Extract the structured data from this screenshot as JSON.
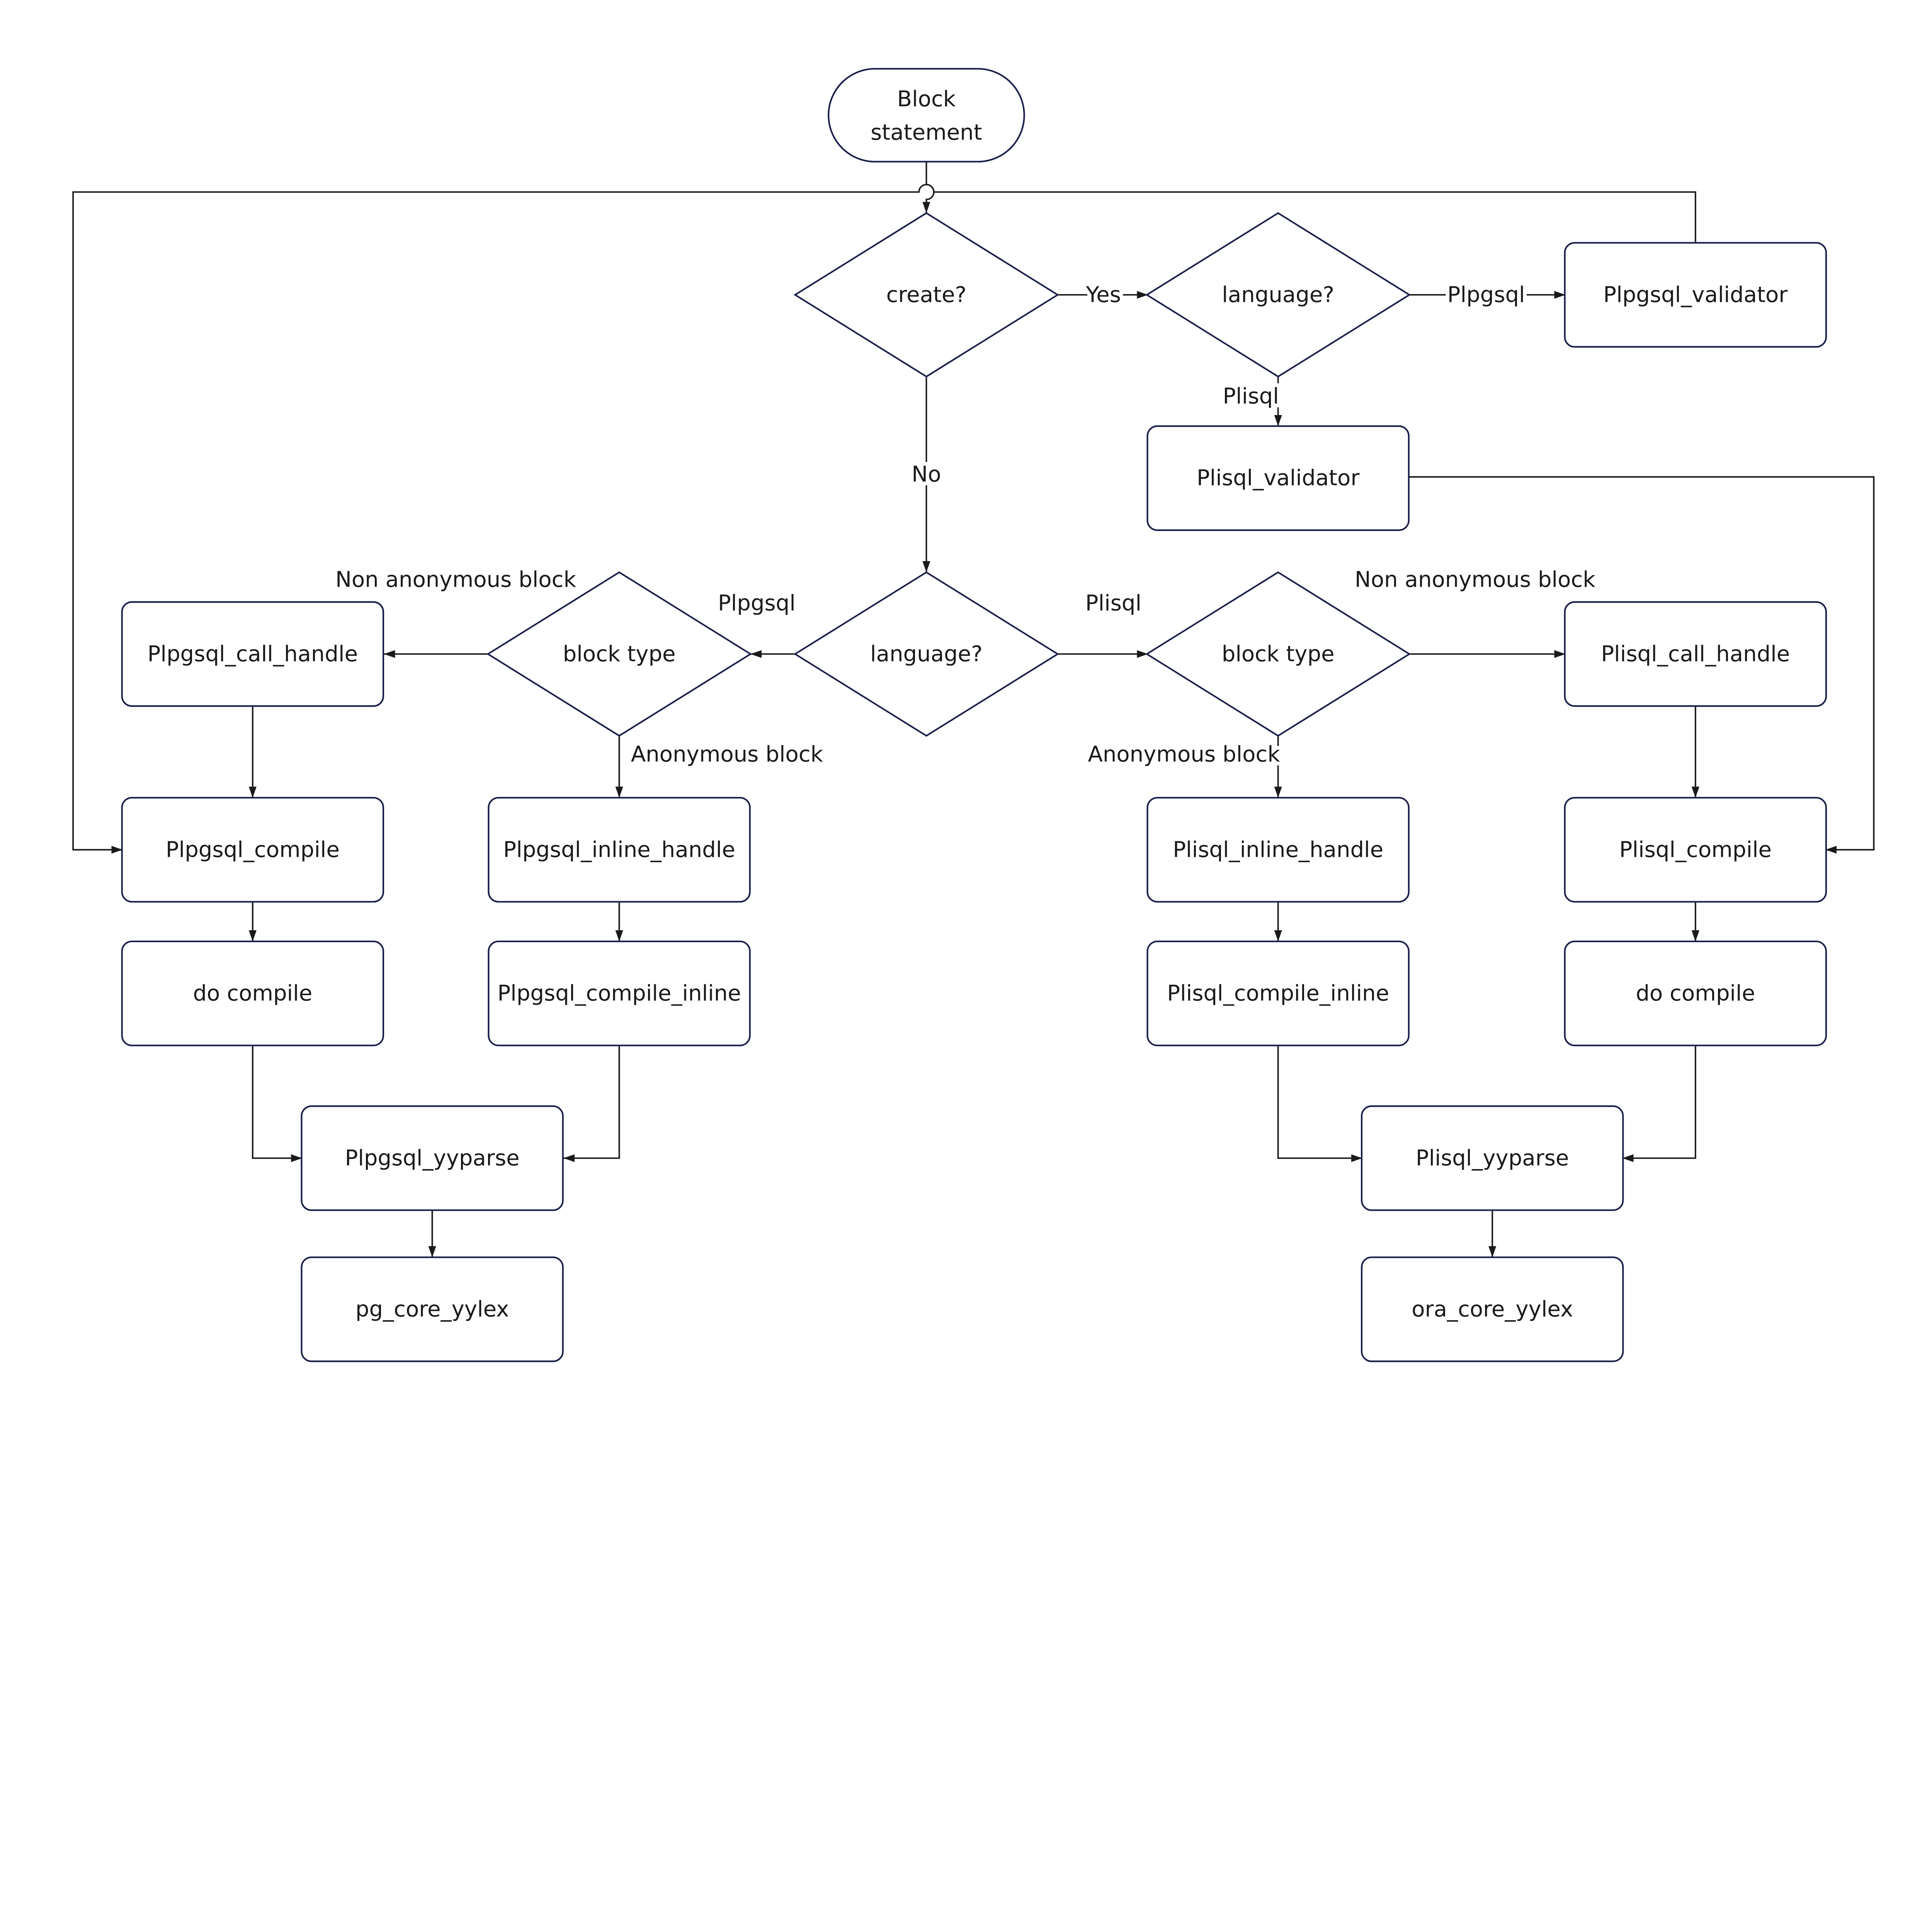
{
  "diagram": {
    "colors": {
      "node_stroke": "#1b1f4b",
      "edge": "#1a1a1a",
      "background": "#ffffff"
    },
    "nodes": {
      "start": {
        "shape": "terminal",
        "lines": [
          "Block",
          "statement"
        ]
      },
      "create": {
        "shape": "decision",
        "label": "create?"
      },
      "lang_top": {
        "shape": "decision",
        "label": "language?"
      },
      "plpgsql_validator": {
        "shape": "process",
        "label": "Plpgsql_validator"
      },
      "plisql_validator": {
        "shape": "process",
        "label": "Plisql_validator"
      },
      "lang_mid": {
        "shape": "decision",
        "label": "language?"
      },
      "block_left": {
        "shape": "decision",
        "label": "block type"
      },
      "block_right": {
        "shape": "decision",
        "label": "block type"
      },
      "plpgsql_call_handle": {
        "shape": "process",
        "label": "Plpgsql_call_handle"
      },
      "plisql_call_handle": {
        "shape": "process",
        "label": "Plisql_call_handle"
      },
      "plpgsql_compile": {
        "shape": "process",
        "label": "Plpgsql_compile"
      },
      "plpgsql_inline_handle": {
        "shape": "process",
        "label": "Plpgsql_inline_handle"
      },
      "plisql_inline_handle": {
        "shape": "process",
        "label": "Plisql_inline_handle"
      },
      "plisql_compile": {
        "shape": "process",
        "label": "Plisql_compile"
      },
      "do_compile_left": {
        "shape": "process",
        "label": "do compile"
      },
      "plpgsql_compile_inline": {
        "shape": "process",
        "label": "Plpgsql_compile_inline"
      },
      "plisql_compile_inline": {
        "shape": "process",
        "label": "Plisql_compile_inline"
      },
      "do_compile_right": {
        "shape": "process",
        "label": "do compile"
      },
      "plpgsql_yyparse": {
        "shape": "process",
        "label": "Plpgsql_yyparse"
      },
      "plisql_yyparse": {
        "shape": "process",
        "label": "Plisql_yyparse"
      },
      "pg_core_yylex": {
        "shape": "process",
        "label": "pg_core_yylex"
      },
      "ora_core_yylex": {
        "shape": "process",
        "label": "ora_core_yylex"
      }
    },
    "edges": [
      {
        "id": "e1",
        "from": "start",
        "to": "create",
        "label": ""
      },
      {
        "id": "e2",
        "from": "create",
        "to": "lang_top",
        "label": "Yes"
      },
      {
        "id": "e3",
        "from": "lang_top",
        "to": "plpgsql_validator",
        "label": "Plpgsql"
      },
      {
        "id": "e4",
        "from": "lang_top",
        "to": "plisql_validator",
        "label": "Plisql"
      },
      {
        "id": "e5",
        "from": "plpgsql_validator",
        "to": "plpgsql_compile",
        "label": ""
      },
      {
        "id": "e6",
        "from": "plisql_validator",
        "to": "plisql_compile",
        "label": ""
      },
      {
        "id": "e7",
        "from": "create",
        "to": "lang_mid",
        "label": "No"
      },
      {
        "id": "e8",
        "from": "lang_mid",
        "to": "block_left",
        "label": "Plpgsql"
      },
      {
        "id": "e9",
        "from": "lang_mid",
        "to": "block_right",
        "label": "Plisql"
      },
      {
        "id": "e10",
        "from": "block_left",
        "to": "plpgsql_call_handle",
        "label": "Non anonymous block"
      },
      {
        "id": "e11",
        "from": "block_left",
        "to": "plpgsql_inline_handle",
        "label": "Anonymous block"
      },
      {
        "id": "e12",
        "from": "block_right",
        "to": "plisql_call_handle",
        "label": "Non anonymous block"
      },
      {
        "id": "e13",
        "from": "block_right",
        "to": "plisql_inline_handle",
        "label": "Anonymous block"
      },
      {
        "id": "e14",
        "from": "plpgsql_call_handle",
        "to": "plpgsql_compile",
        "label": ""
      },
      {
        "id": "e15",
        "from": "plpgsql_compile",
        "to": "do_compile_left",
        "label": ""
      },
      {
        "id": "e16",
        "from": "do_compile_left",
        "to": "plpgsql_yyparse",
        "label": ""
      },
      {
        "id": "e17",
        "from": "plpgsql_inline_handle",
        "to": "plpgsql_compile_inline",
        "label": ""
      },
      {
        "id": "e18",
        "from": "plpgsql_compile_inline",
        "to": "plpgsql_yyparse",
        "label": ""
      },
      {
        "id": "e19",
        "from": "plpgsql_yyparse",
        "to": "pg_core_yylex",
        "label": ""
      },
      {
        "id": "e20",
        "from": "plisql_inline_handle",
        "to": "plisql_compile_inline",
        "label": ""
      },
      {
        "id": "e21",
        "from": "plisql_compile_inline",
        "to": "plisql_yyparse",
        "label": ""
      },
      {
        "id": "e22",
        "from": "plisql_call_handle",
        "to": "plisql_compile",
        "label": ""
      },
      {
        "id": "e23",
        "from": "plisql_compile",
        "to": "do_compile_right",
        "label": ""
      },
      {
        "id": "e24",
        "from": "do_compile_right",
        "to": "plisql_yyparse",
        "label": ""
      },
      {
        "id": "e25",
        "from": "plisql_yyparse",
        "to": "ora_core_yylex",
        "label": ""
      }
    ]
  }
}
